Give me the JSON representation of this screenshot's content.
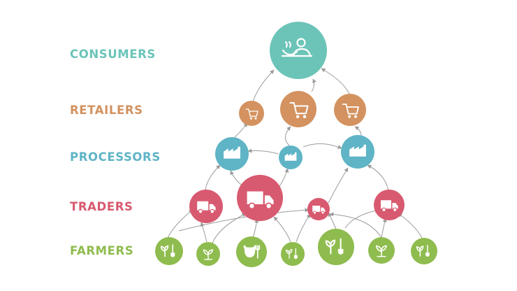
{
  "levels": {
    "consumers": {
      "label": "CONSUMERS",
      "color": "#6cc4b8"
    },
    "retailers": {
      "label": "RETAILERS",
      "color": "#d3925f"
    },
    "processors": {
      "label": "PROCESSORS",
      "color": "#5fb4c6"
    },
    "traders": {
      "label": "TRADERS",
      "color": "#d85a70"
    },
    "farmers": {
      "label": "FARMERS",
      "color": "#8fbc4e"
    }
  },
  "icons": {
    "consumers": "diner-eating-icon",
    "retailers": "shopping-cart-icon",
    "processors": "factory-icon",
    "traders": "truck-icon",
    "farmers": [
      "seedling-shovel-icon",
      "seedling-icon",
      "cow-pitchfork-icon",
      "seedling-shovel-icon",
      "seedling-shovel-icon",
      "seedling-icon",
      "seedling-shovel-icon"
    ]
  },
  "edge_color": "#9b9b9b"
}
